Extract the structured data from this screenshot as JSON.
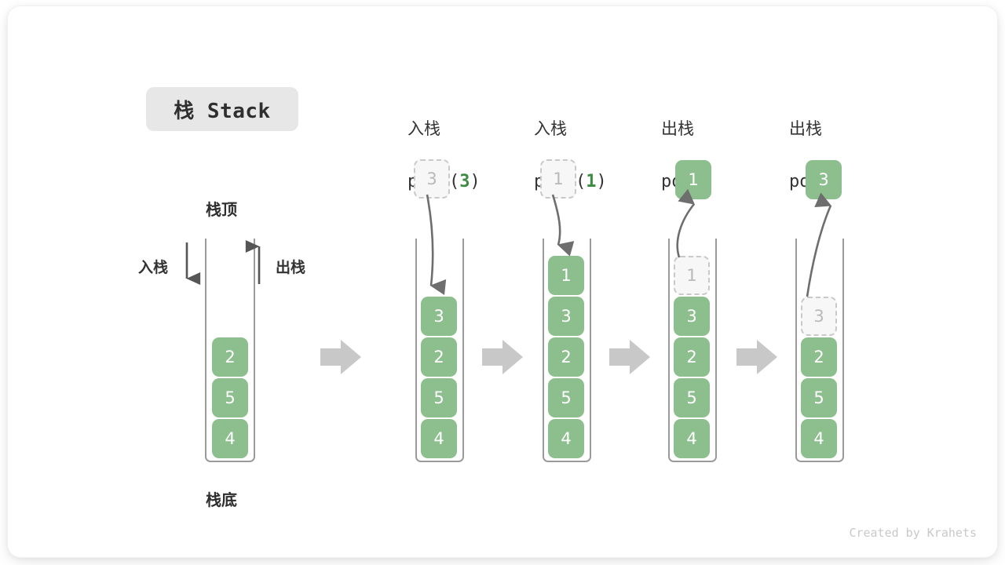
{
  "card": {
    "title_pill": "栈 Stack",
    "credit": "Created by Krahets",
    "labels": {
      "top": "栈顶",
      "bottom": "栈底",
      "push_side": "入栈",
      "pop_side": "出栈"
    },
    "colors": {
      "cell_fill": "#8cbf8d",
      "cell_text": "#ffffff",
      "ghost_fill": "#f7f7f7",
      "ghost_border": "#c9c9c9",
      "ghost_text": "#b9b9b9",
      "tube_border": "#9a9a9a",
      "arrow_gray": "#6e6e6e",
      "block_arrow": "#c8c8c8",
      "pill_bg": "#e7e7e7",
      "accent_green": "#3d8b40",
      "text": "#333333",
      "credit": "#c9c9c9"
    }
  },
  "columns": [
    {
      "id": "initial",
      "header_cn": "",
      "header_code": "",
      "stack": [
        "2",
        "5",
        "4"
      ],
      "ghost_in_stack": null,
      "floating": null,
      "float_state": null
    },
    {
      "id": "push-3",
      "header_cn": "入栈",
      "header_code_pre": "push(",
      "header_code_arg": "3",
      "header_code_post": ")",
      "stack": [
        "3",
        "2",
        "5",
        "4"
      ],
      "ghost_in_stack": null,
      "floating": "3",
      "float_state": "ghost",
      "arrow": "down"
    },
    {
      "id": "push-1",
      "header_cn": "入栈",
      "header_code_pre": "push(",
      "header_code_arg": "1",
      "header_code_post": ")",
      "stack": [
        "1",
        "3",
        "2",
        "5",
        "4"
      ],
      "ghost_in_stack": null,
      "floating": "1",
      "float_state": "ghost",
      "arrow": "down"
    },
    {
      "id": "pop-1",
      "header_cn": "出栈",
      "header_code_pre": "pop(",
      "header_code_arg": "",
      "header_code_post": ")",
      "stack": [
        "3",
        "2",
        "5",
        "4"
      ],
      "ghost_in_stack": "1",
      "floating": "1",
      "float_state": "solid",
      "arrow": "up"
    },
    {
      "id": "pop-3",
      "header_cn": "出栈",
      "header_code_pre": "pop(",
      "header_code_arg": "",
      "header_code_post": ")",
      "stack": [
        "2",
        "5",
        "4"
      ],
      "ghost_in_stack": "3",
      "floating": "3",
      "float_state": "solid",
      "arrow": "up"
    }
  ],
  "step_arrows": [
    "step-arrow-1",
    "step-arrow-2",
    "step-arrow-3",
    "step-arrow-4"
  ]
}
